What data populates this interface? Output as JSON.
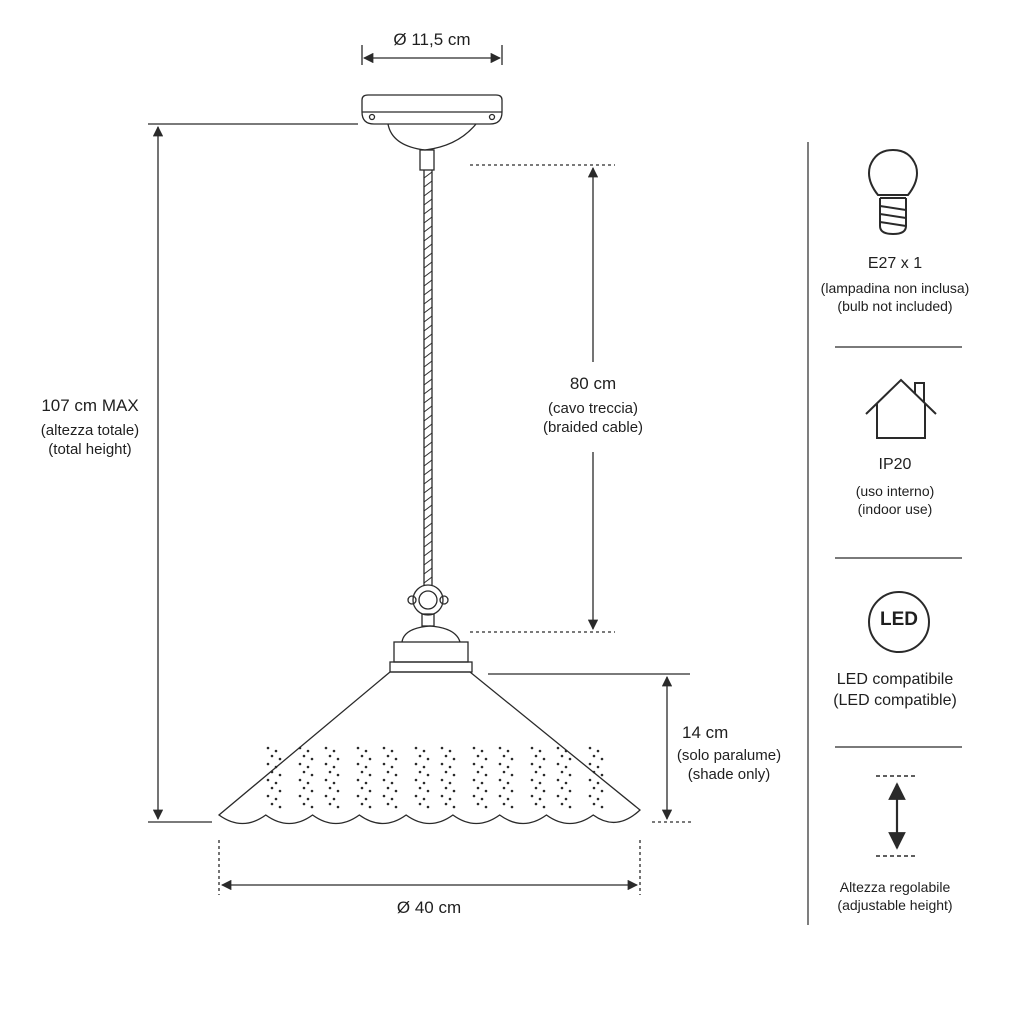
{
  "dimensions": {
    "top_diameter": "Ø 11,5 cm",
    "total_height": {
      "value": "107 cm MAX",
      "it": "(altezza totale)",
      "en": "(total height)"
    },
    "cable": {
      "value": "80 cm",
      "it": "(cavo treccia)",
      "en": "(braided cable)"
    },
    "shade_height": {
      "value": "14 cm",
      "it": "(solo paralume)",
      "en": "(shade only)"
    },
    "shade_diameter": "Ø 40 cm"
  },
  "features": {
    "bulb": {
      "icon": "lightbulb-icon",
      "title": "E27 x 1",
      "it": "(lampadina non inclusa)",
      "en": "(bulb not included)"
    },
    "ip": {
      "icon": "house-icon",
      "title": "IP20",
      "it": "(uso interno)",
      "en": "(indoor use)"
    },
    "led": {
      "icon": "led-icon",
      "badge": "LED",
      "it": "LED compatibile",
      "en": "(LED compatible)"
    },
    "height": {
      "icon": "adjustable-height-icon",
      "it": "Altezza regolabile",
      "en": "(adjustable height)"
    }
  }
}
